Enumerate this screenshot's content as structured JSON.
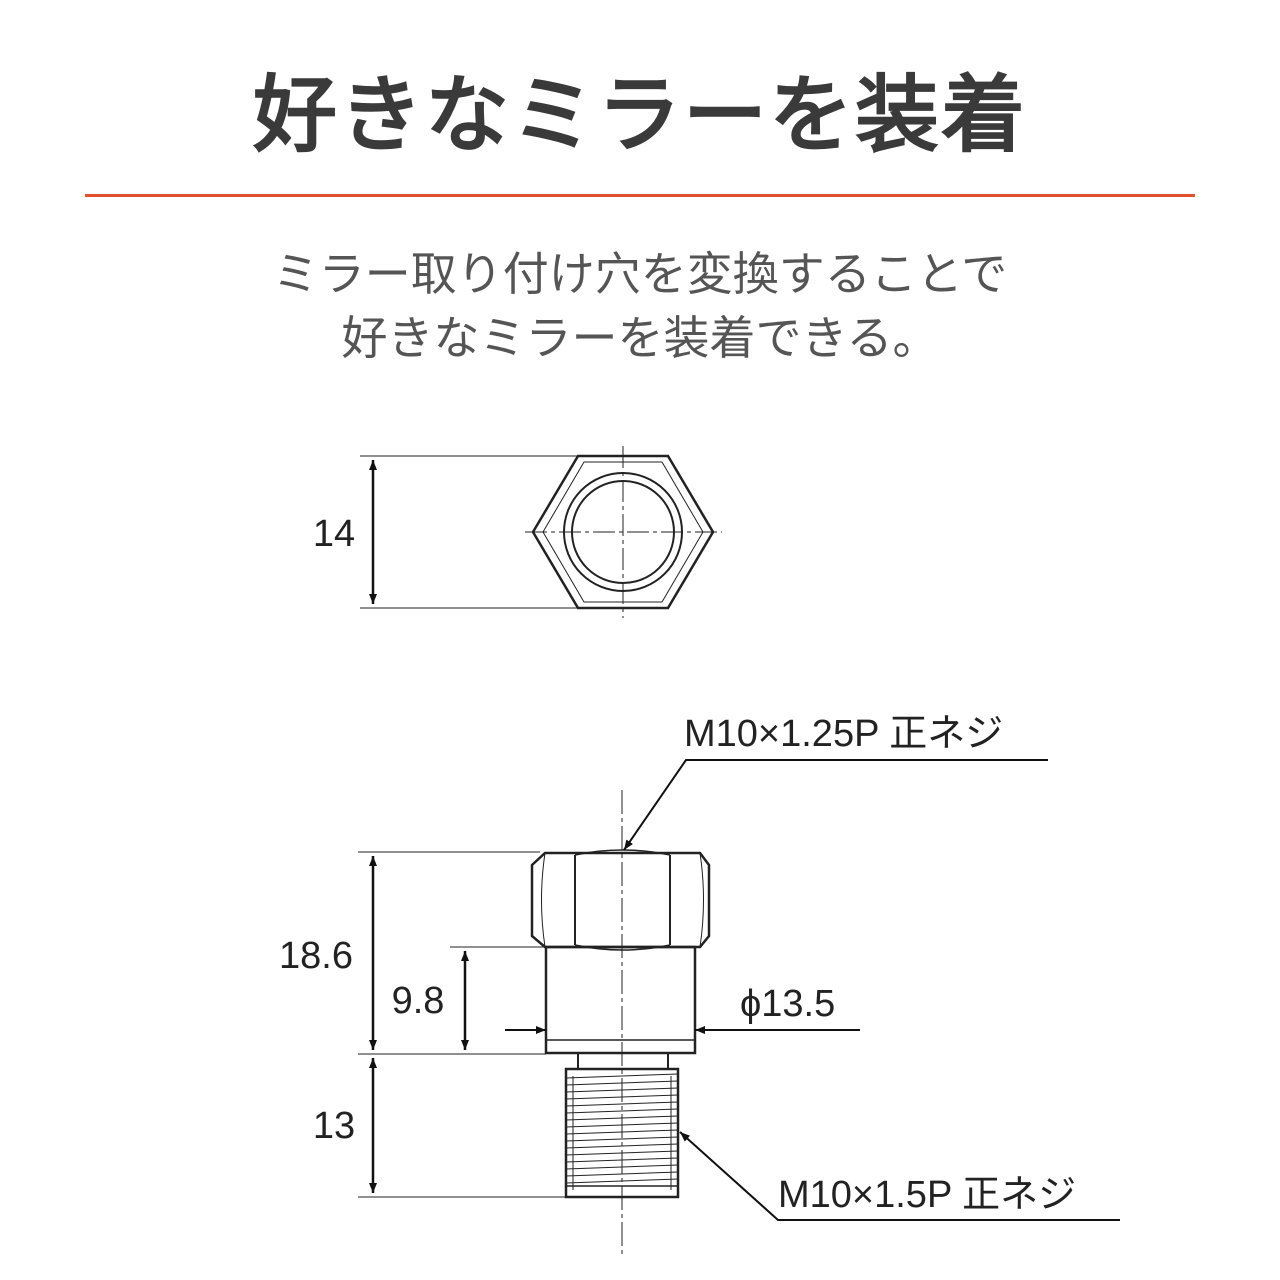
{
  "header": {
    "title": "好きなミラーを装着",
    "rule_color": "#e0502a",
    "subtitle_line1": "ミラー取り付け穴を変換することで",
    "subtitle_line2": "好きなミラーを装着できる。"
  },
  "diagram": {
    "top_view": {
      "width_label": "14"
    },
    "side_view": {
      "top_thread_label": "M10×1.25P 正ネジ",
      "bottom_thread_label": "M10×1.5P 正ネジ",
      "height_label": "18.6",
      "collar_label": "9.8",
      "diameter_label": "ϕ13.5",
      "thread_length_label": "13"
    }
  }
}
